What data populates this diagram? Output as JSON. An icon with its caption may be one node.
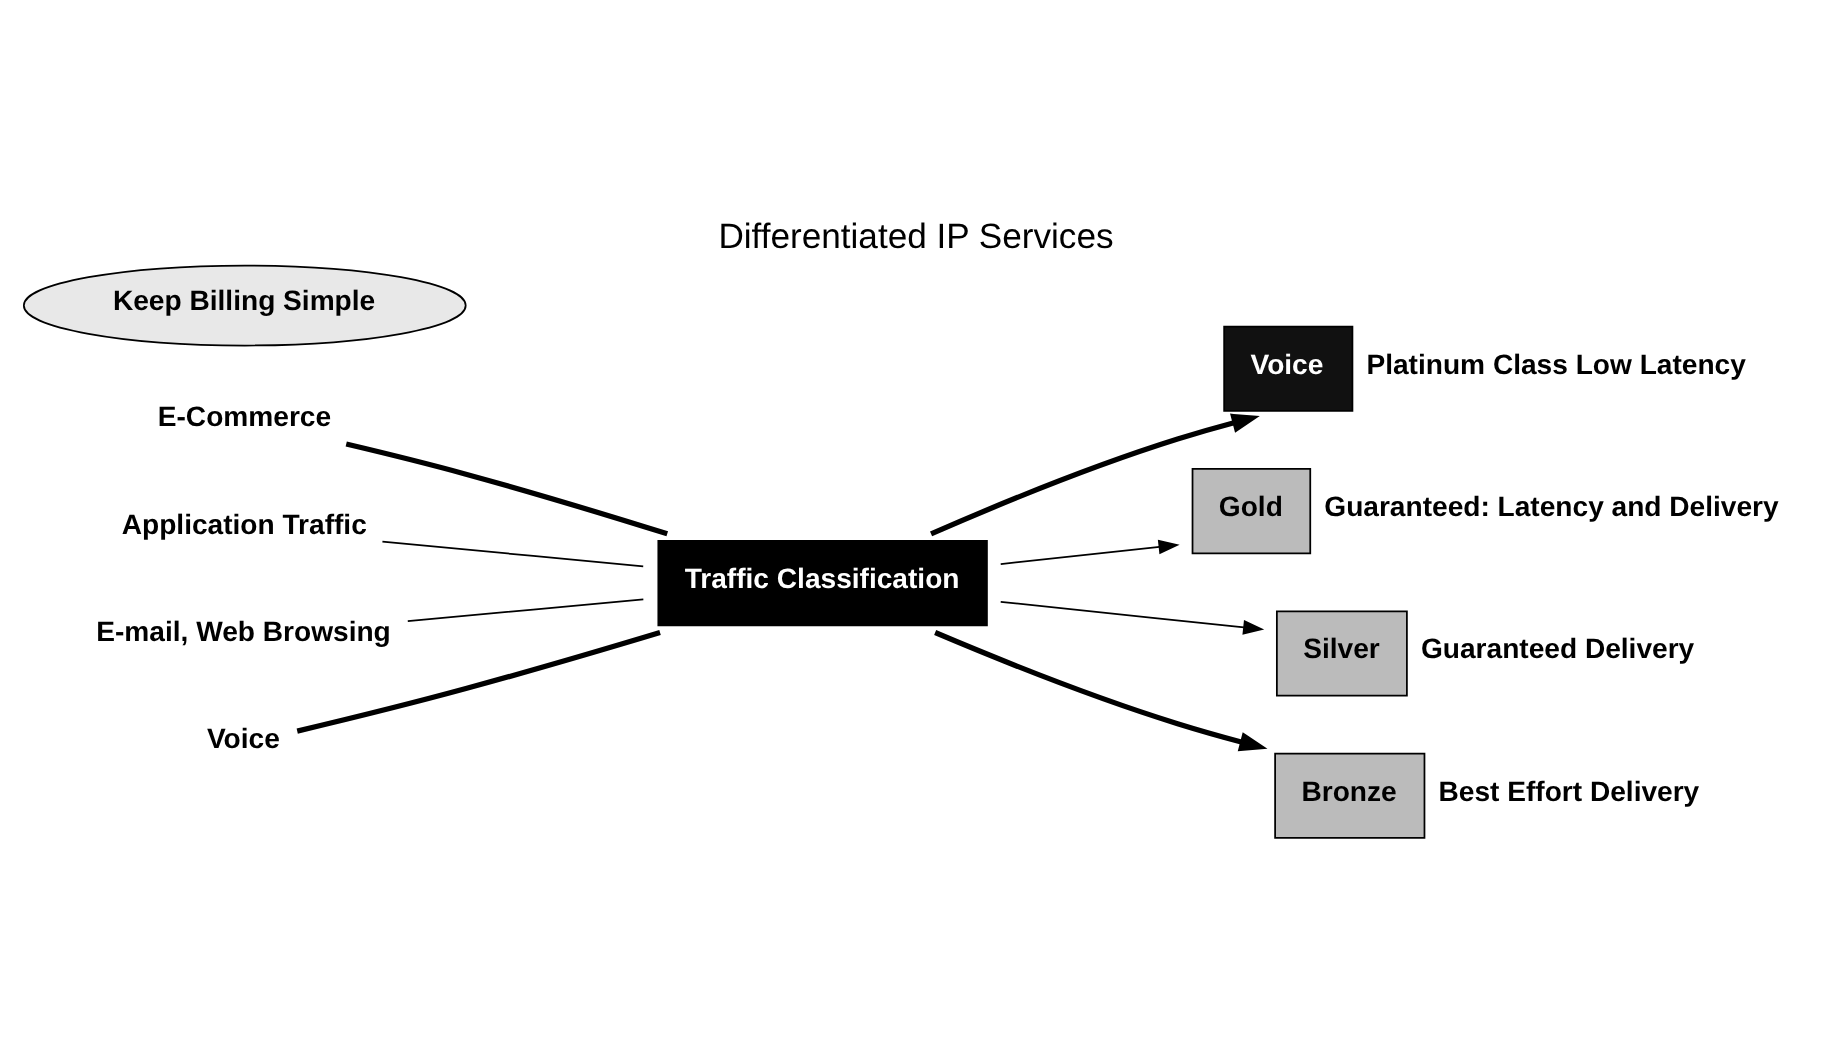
{
  "diagram": {
    "title": "Differentiated IP Services",
    "nodes": [
      {
        "text": [
          "Traffic Classification"
        ]
      },
      {
        "text": [
          "Voice"
        ],
        "beside": [
          "Platinum Class Low Latency"
        ]
      },
      {
        "text": [
          "Gold"
        ],
        "beside": [
          "Guaranteed: Latency and Delivery"
        ]
      },
      {
        "text": [
          "Silver"
        ],
        "beside": [
          "Guaranteed Delivery"
        ]
      },
      {
        "text": [
          "Bronze"
        ],
        "beside": [
          "Best Effort Delivery"
        ]
      },
      {
        "text": [
          "E-Commerce"
        ]
      },
      {
        "text": [
          "Application Traffic"
        ]
      },
      {
        "text": [
          "E-mail, Web Browsing"
        ]
      },
      {
        "text": [
          "Voice"
        ]
      },
      {
        "text": [
          "Keep Billing Simple"
        ]
      }
    ],
    "edges": [
      {
        "from": 5,
        "to": 0,
        "arrow": "none",
        "style": "thick"
      },
      {
        "from": 6,
        "to": 0,
        "arrow": "none"
      },
      {
        "from": 7,
        "to": 0,
        "arrow": "none"
      },
      {
        "from": 8,
        "to": 0,
        "arrow": "none",
        "style": "thick"
      },
      {
        "from": 0,
        "to": 1,
        "arrow": "to",
        "style": "thick"
      },
      {
        "from": 0,
        "to": 2,
        "arrow": "to"
      },
      {
        "from": 0,
        "to": 3,
        "arrow": "to"
      },
      {
        "from": 0,
        "to": 4,
        "arrow": "to",
        "style": "thick"
      }
    ]
  }
}
